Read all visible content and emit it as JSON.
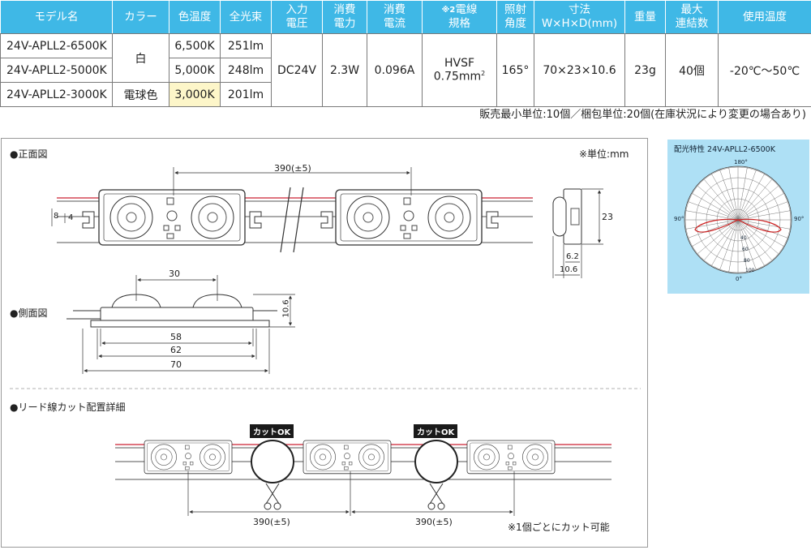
{
  "table": {
    "headers": {
      "model": "モデル名",
      "color": "カラー",
      "temp": "色温度",
      "flux": "全光束",
      "voltage_l1": "入力",
      "voltage_l2": "電圧",
      "power_l1": "消費",
      "power_l2": "電力",
      "current_l1": "消費",
      "current_l2": "電流",
      "wire_mark": "※2",
      "wire_l1": "電線",
      "wire_l2": "規格",
      "angle_l1": "照射",
      "angle_l2": "角度",
      "dim_l1": "寸法",
      "dim_l2": "W×H×D(mm)",
      "weight": "重量",
      "max_l1": "最大",
      "max_l2": "連結数",
      "optemp": "使用温度"
    },
    "rows": [
      {
        "model": "24V-APLL2-6500K",
        "temp": "6,500K",
        "flux": "251lm"
      },
      {
        "model": "24V-APLL2-5000K",
        "temp": "5,000K",
        "flux": "248lm"
      },
      {
        "model": "24V-APLL2-3000K",
        "temp": "3,000K",
        "flux": "201lm"
      }
    ],
    "color_white": "白",
    "color_bulb": "電球色",
    "voltage": "DC24V",
    "power": "2.3W",
    "current": "0.096A",
    "wire_l1": "HVSF",
    "wire_l2": "0.75mm",
    "wire_sup": "2",
    "angle": "165°",
    "dimensions": "70×23×10.6",
    "weight": "23g",
    "max_links": "40個",
    "op_temp": "-20℃〜50℃",
    "highlight_color": "#fdf6c9",
    "header_color": "#3fb8e6"
  },
  "sales_note": "販売最小単位:10個／梱包単位:20個(在庫状況により変更の場合あり)",
  "drawing": {
    "front_label": "●正面図",
    "unit_note": "※単位:mm",
    "side_label": "●側面図",
    "lead_label": "●リード線カット配置詳細",
    "dim_pitch": "390(±5)",
    "dim_8": "8",
    "dim_4": "4",
    "dim_23": "23",
    "dim_6_2": "6.2",
    "dim_10_6": "10.6",
    "dim_30": "30",
    "dim_side_10_6": "10.6",
    "dim_58": "58",
    "dim_62": "62",
    "dim_70": "70",
    "cut_ok": "カットOK",
    "cut_pitch": "390(±5)",
    "cut_note": "※1個ごとにカット可能"
  },
  "polar": {
    "title": "配光特性 24V-APLL2-6500K",
    "label_top": "180°",
    "label_left": "90°",
    "label_right": "90°",
    "label_bottom": "0°",
    "r_40": "40",
    "r_60": "60",
    "r_80": "80",
    "r_100": "100",
    "panel_color": "#aee0f5"
  }
}
